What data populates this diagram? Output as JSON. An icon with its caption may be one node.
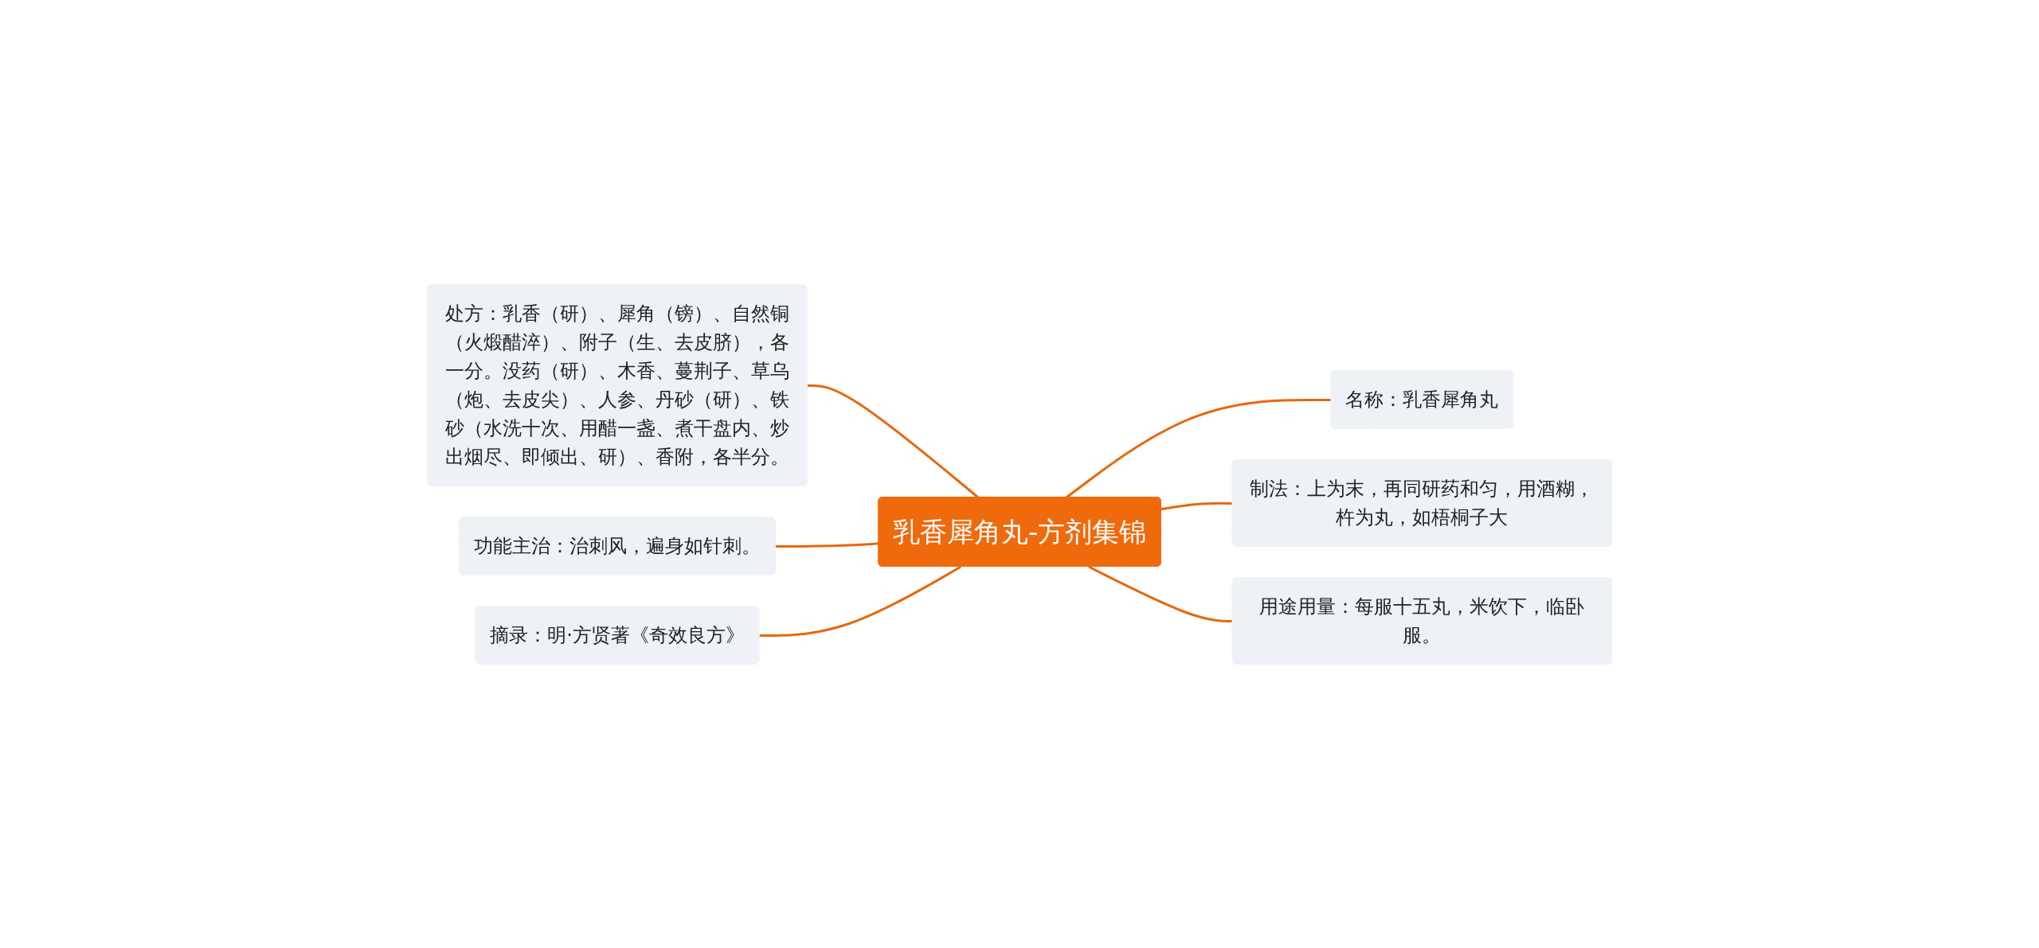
{
  "diagram": {
    "nodes": [
      {
        "text": [
          "乳香犀角丸-方剂集锦"
        ]
      },
      {
        "text": [
          "处方：乳香（研）、犀角（镑）、自然铜（火煅醋淬）、附子（生、去皮脐），各一分。没药（研）、木香、蔓荆子、草乌（炮、去皮尖）、人参、丹砂（研）、铁砂（水洗十次、用醋一盏、煮干盘内、炒出烟尽、即倾出、研）、香附，各半分。"
        ]
      },
      {
        "text": [
          "功能主治：治刺风，遍身如针刺。"
        ]
      },
      {
        "text": [
          "摘录：明·方贤著《奇效良方》"
        ]
      },
      {
        "text": [
          "名称：乳香犀角丸"
        ]
      },
      {
        "text": [
          "制法：上为末，再同研药和匀，用酒糊，杵为丸，如梧桐子大"
        ]
      },
      {
        "text": [
          "用途用量：每服十五丸，米饮下，临卧服。"
        ]
      }
    ],
    "edges": [
      {
        "from": 1,
        "to": 0,
        "arrow": "none"
      },
      {
        "from": 2,
        "to": 0,
        "arrow": "none"
      },
      {
        "from": 3,
        "to": 0,
        "arrow": "none"
      },
      {
        "from": 0,
        "to": 4,
        "arrow": "none"
      },
      {
        "from": 0,
        "to": 5,
        "arrow": "none"
      },
      {
        "from": 0,
        "to": 6,
        "arrow": "none"
      }
    ]
  }
}
